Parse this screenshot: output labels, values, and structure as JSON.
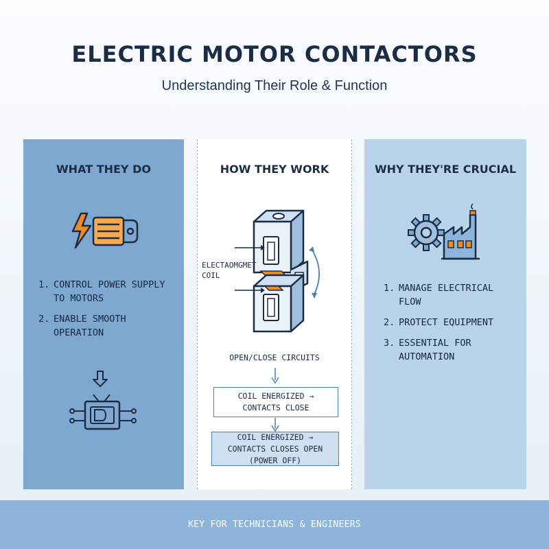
{
  "header": {
    "title": "ELECTRIC MOTOR CONTACTORS",
    "subtitle": "Understanding Their Role & Function"
  },
  "panels": {
    "left": {
      "title": "WHAT THEY DO",
      "items": [
        {
          "num": "1.",
          "text": "CONTROL POWER SUPPLY TO MOTORS"
        },
        {
          "num": "2.",
          "text": "ENABLE SMOOTH OPERATION"
        }
      ],
      "icons": [
        "motor-lightning-icon",
        "down-arrow-icon",
        "circuit-chip-icon"
      ]
    },
    "middle": {
      "title": "HOW THEY WORK",
      "coil_label": "ELECTAOMGMET COIL",
      "flow_label": "OPEN/CLOSE CIRCUITS",
      "box1": "COIL ENERGIZED → CONTACTS CLOSE",
      "box2": "COIL ENERGIZED → CONTACTS CLOSES OPEN (POWER OFF)",
      "icons": [
        "contactor-diagram-icon",
        "down-arrow-icon"
      ]
    },
    "right": {
      "title": "WHY THEY'RE CRUCIAL",
      "items": [
        {
          "num": "1.",
          "text": "MANAGE ELECTRICAL FLOW"
        },
        {
          "num": "2.",
          "text": "PROTECT EQUIPMENT"
        },
        {
          "num": "3.",
          "text": "ESSENTIAL FOR AUTOMATION"
        }
      ],
      "icons": [
        "gear-factory-icon"
      ]
    }
  },
  "footer": {
    "text": "KEY FOR TECHNICIANS & ENGINEERS"
  },
  "colors": {
    "navy": "#1b2c44",
    "orange": "#f08a24",
    "accent_blue": "#4a7fb8",
    "left_panel": "#7fa8d0",
    "right_panel": "#b9d3ea",
    "footer": "#8db4da"
  }
}
